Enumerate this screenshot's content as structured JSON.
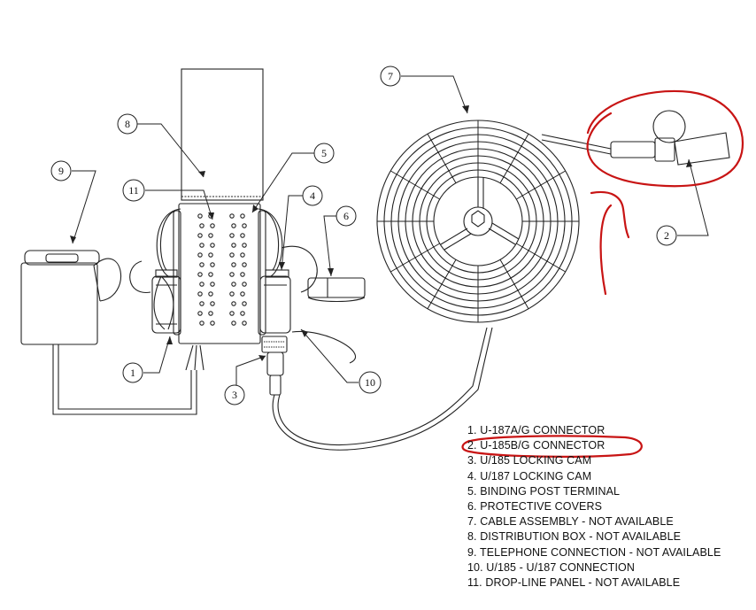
{
  "diagram": {
    "callouts": [
      {
        "num": "1"
      },
      {
        "num": "2"
      },
      {
        "num": "3"
      },
      {
        "num": "4"
      },
      {
        "num": "5"
      },
      {
        "num": "6"
      },
      {
        "num": "7"
      },
      {
        "num": "8"
      },
      {
        "num": "9"
      },
      {
        "num": "10"
      },
      {
        "num": "11"
      }
    ],
    "legend": [
      "1. U-187A/G CONNECTOR",
      "2. U-185B/G CONNECTOR",
      "3. U/185 LOCKING CAM",
      "4. U/187 LOCKING CAM",
      "5. BINDING POST TERMINAL",
      "6. PROTECTIVE COVERS",
      "7. CABLE ASSEMBLY - NOT AVAILABLE",
      "8. DISTRIBUTION BOX - NOT AVAILABLE",
      "9. TELEPHONE CONNECTION - NOT AVAILABLE",
      "10. U/185 - U/187 CONNECTION",
      "11. DROP-LINE PANEL - NOT AVAILABLE"
    ],
    "annotation_color": "#c81414",
    "line_color": "#222222"
  }
}
